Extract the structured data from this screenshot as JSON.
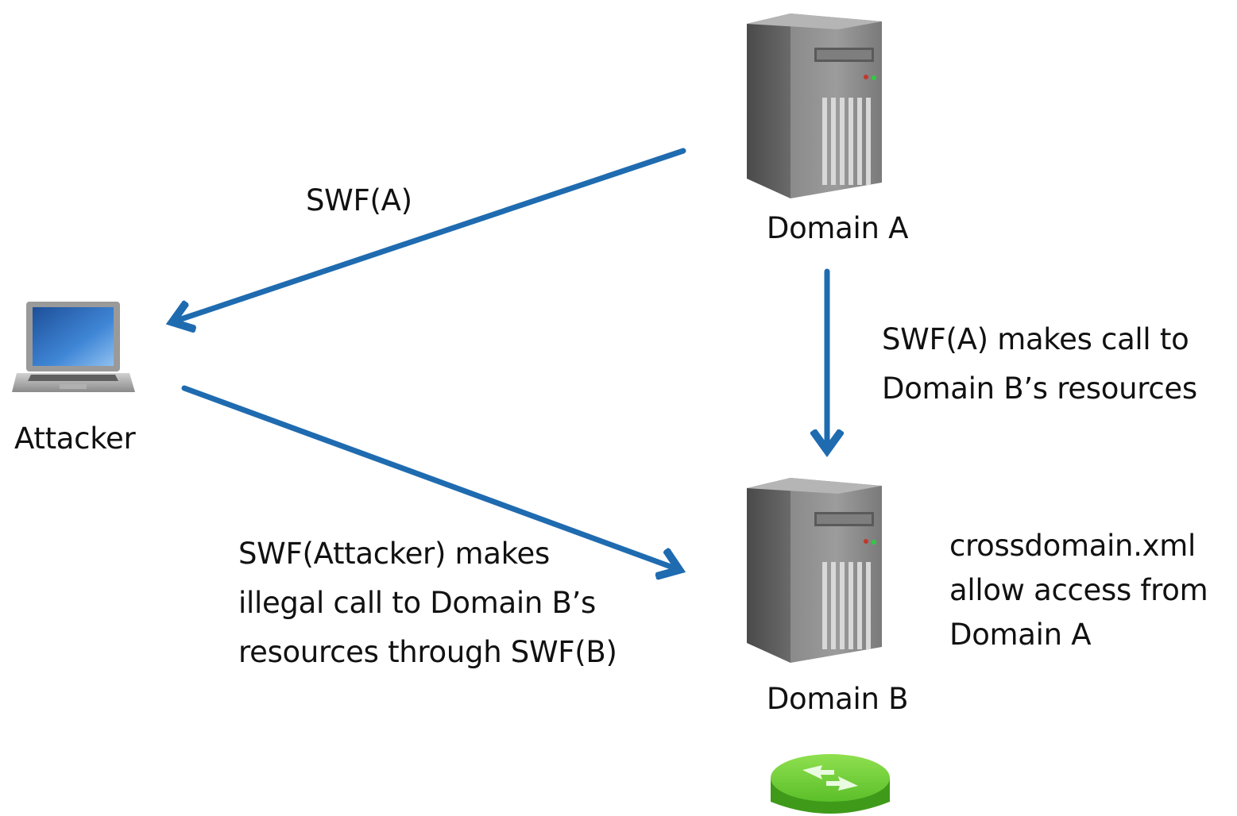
{
  "nodes": {
    "domain_a": {
      "label": "Domain A",
      "icon": "server-tower"
    },
    "domain_b": {
      "label": "Domain B",
      "icon": "server-tower"
    },
    "attacker": {
      "label": "Attacker",
      "icon": "laptop"
    },
    "router": {
      "icon": "router-green"
    }
  },
  "edges": [
    {
      "from": "domain_a",
      "to": "attacker",
      "label": "SWF(A)"
    },
    {
      "from": "domain_a",
      "to": "domain_b",
      "label_lines": [
        "SWF(A) makes call to",
        "Domain B’s resources"
      ]
    },
    {
      "from": "attacker",
      "to": "domain_b",
      "label_lines": [
        "SWF(Attacker) makes",
        "illegal call to Domain B’s",
        "resources through SWF(B)"
      ]
    }
  ],
  "annotations": {
    "crossdomain_lines": [
      "crossdomain.xml",
      "allow access from",
      "Domain A"
    ]
  },
  "colors": {
    "arrow": "#1f6bb0",
    "server_body": "#6d6d6d",
    "laptop_screen": "#2f73c9",
    "router": "#5bbf2a",
    "text": "#111111"
  }
}
